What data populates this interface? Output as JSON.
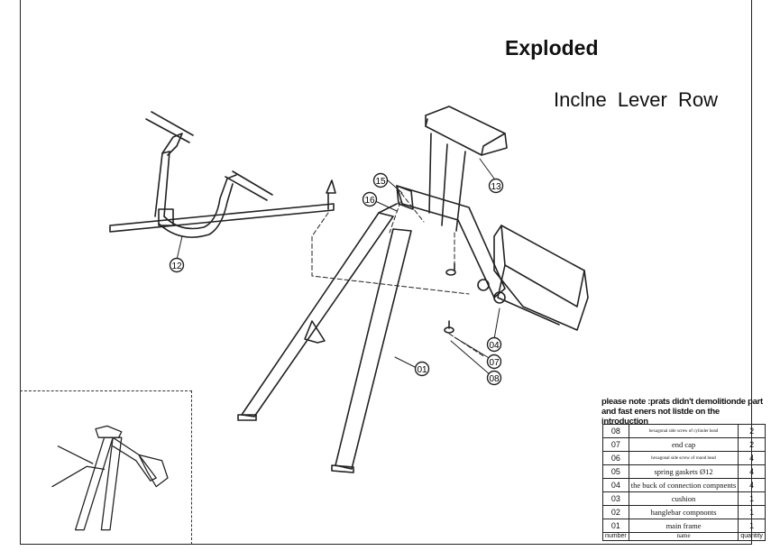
{
  "title": "Exploded",
  "subtitle": "Inclne Lever Row",
  "note": "please note :prats didn't demolitionde part and fast eners not listde on the introduction",
  "callouts": [
    "15",
    "16",
    "13",
    "12",
    "04",
    "07",
    "08",
    "01"
  ],
  "parts": [
    {
      "num": "08",
      "name": "hexagonal side screw of cylinder head",
      "qty": "2",
      "small": true
    },
    {
      "num": "07",
      "name": "end cap",
      "qty": "2",
      "small": false
    },
    {
      "num": "06",
      "name": "hexagonal side screw of round head",
      "qty": "4",
      "small": true
    },
    {
      "num": "05",
      "name": "spring gaskets Ø12",
      "qty": "4",
      "small": false
    },
    {
      "num": "04",
      "name": "the buck of connection compnents",
      "qty": "4",
      "small": false
    },
    {
      "num": "03",
      "name": "cushion",
      "qty": "1",
      "small": false
    },
    {
      "num": "02",
      "name": "hanglebar compnonts",
      "qty": "1",
      "small": false
    },
    {
      "num": "01",
      "name": "main frame",
      "qty": "1",
      "small": false
    }
  ],
  "table_header": {
    "num": "number",
    "name": "name",
    "qty": "quantity"
  }
}
